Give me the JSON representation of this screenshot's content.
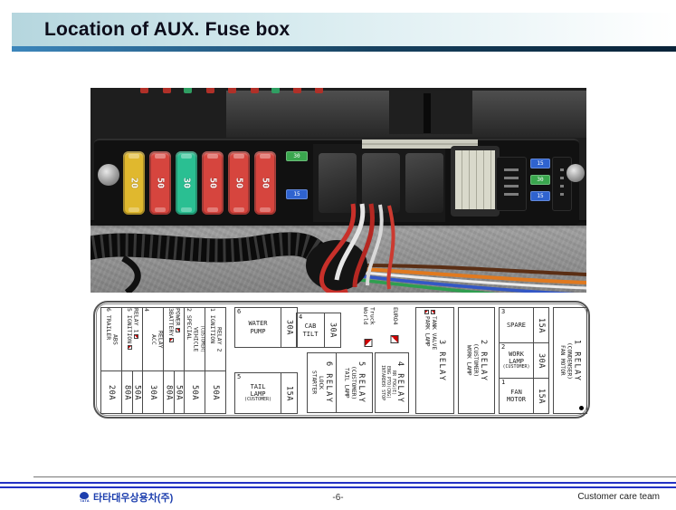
{
  "slide": {
    "title": "Location of AUX. Fuse box",
    "page_number": "-6-",
    "footer": {
      "logo": "TATA",
      "company": "타타대우상용차(주)",
      "right_text": "Customer care team"
    }
  },
  "photo": {
    "big_fuses": [
      {
        "label": "20",
        "color": "#e0b82e"
      },
      {
        "label": "50",
        "color": "#d6453e"
      },
      {
        "label": "30",
        "color": "#2abf92"
      },
      {
        "label": "50",
        "color": "#d6453e"
      },
      {
        "label": "50",
        "color": "#d6453e"
      },
      {
        "label": "50",
        "color": "#d6453e"
      }
    ],
    "small_fuses_mid": [
      {
        "label": "30",
        "color": "#3aa64e"
      },
      {
        "label": "15",
        "color": "#2f63cf"
      }
    ],
    "small_fuses_right": [
      {
        "label": "15",
        "color": "#2f63cf"
      },
      {
        "label": "30",
        "color": "#3aa64e"
      },
      {
        "label": "15",
        "color": "#2f63cf"
      }
    ]
  },
  "diagram": {
    "fuse_columns": [
      {
        "lines": [
          "6 TRAILER",
          "ABS"
        ],
        "amps": [
          "20A"
        ]
      },
      {
        "lines": [
          "5 IGNITION",
          "RELAY 1"
        ],
        "amps": [
          "80A",
          "50A"
        ]
      },
      {
        "lines": [
          "4",
          "ACC",
          "RELAY"
        ],
        "amps": [
          "30A"
        ]
      },
      {
        "lines": [
          "3BATTERY",
          "POWER"
        ],
        "amps": [
          "80A",
          "50A"
        ]
      },
      {
        "lines": [
          "2 SPECIAL",
          "VEHICLE",
          "(CUSTOMER)"
        ],
        "amps": [
          "50A"
        ]
      },
      {
        "lines": [
          "1 IGNITION",
          "RELAY 2"
        ],
        "amps": [
          "50A"
        ]
      }
    ],
    "boxes": {
      "water_pump": {
        "num": "6",
        "lines": [
          "WATER",
          "PUMP"
        ],
        "amp": "30A"
      },
      "tail_lamp": {
        "num": "5",
        "lines": [
          "TAIL",
          "LAMP",
          "(CUSTOMER)"
        ],
        "amp": "15A"
      },
      "cab_tilt": {
        "num": "4",
        "lines": [
          "CAB",
          "TILT"
        ],
        "amp": "30A"
      }
    },
    "legend": {
      "world_truck": {
        "line1": "World",
        "line2": "Truck",
        "marker": "half-red-square"
      },
      "euro4": {
        "line1": "EURO4",
        "marker": "half-red-square"
      }
    },
    "relay_columns": {
      "relay6": {
        "title": "6 RELAY",
        "lines": [
          "STARTER",
          "LOCK"
        ]
      },
      "relay5": {
        "title": "5 RELAY",
        "lines": [
          "TAIL LAMP",
          "(CUSTOMER)"
        ]
      },
      "relay4": {
        "title": "4 RELAY",
        "lines": [
          "INTARDER STOP",
          "ENG PTO(CNG)",
          "RR FOG(E)"
        ]
      },
      "relay3": {
        "title": "3 RELAY",
        "lines": [
          "PARK LAMP",
          "TANK VALVE"
        ]
      },
      "relay2": {
        "title": "2 RELAY",
        "lines": [
          "WORK LAMP",
          "(CUSTOMER)"
        ]
      },
      "relay1": {
        "title": "1 RELAY",
        "lines": [
          "FAN MOTOR",
          "(CONDENSER)"
        ]
      }
    },
    "right_rows": [
      {
        "num": "3",
        "lines": [
          "SPARE"
        ],
        "amp": "15A"
      },
      {
        "num": "2",
        "lines": [
          "WORK",
          "LAMP",
          "(CUSTOMER)"
        ],
        "amp": "30A"
      },
      {
        "num": "1",
        "lines": [
          "FAN",
          "MOTOR"
        ],
        "amp": "15A"
      }
    ]
  },
  "colors": {
    "title_bg_left": "#b5d6de",
    "title_underline_left": "#3c86bb",
    "title_underline_right": "#092338",
    "footer_blue": "#2433c4",
    "marker_red": "#cf0000",
    "fuse_yellow": "#e0b82e",
    "fuse_red": "#d6453e",
    "fuse_green": "#2abf92",
    "fuse_blue": "#2f63cf"
  }
}
